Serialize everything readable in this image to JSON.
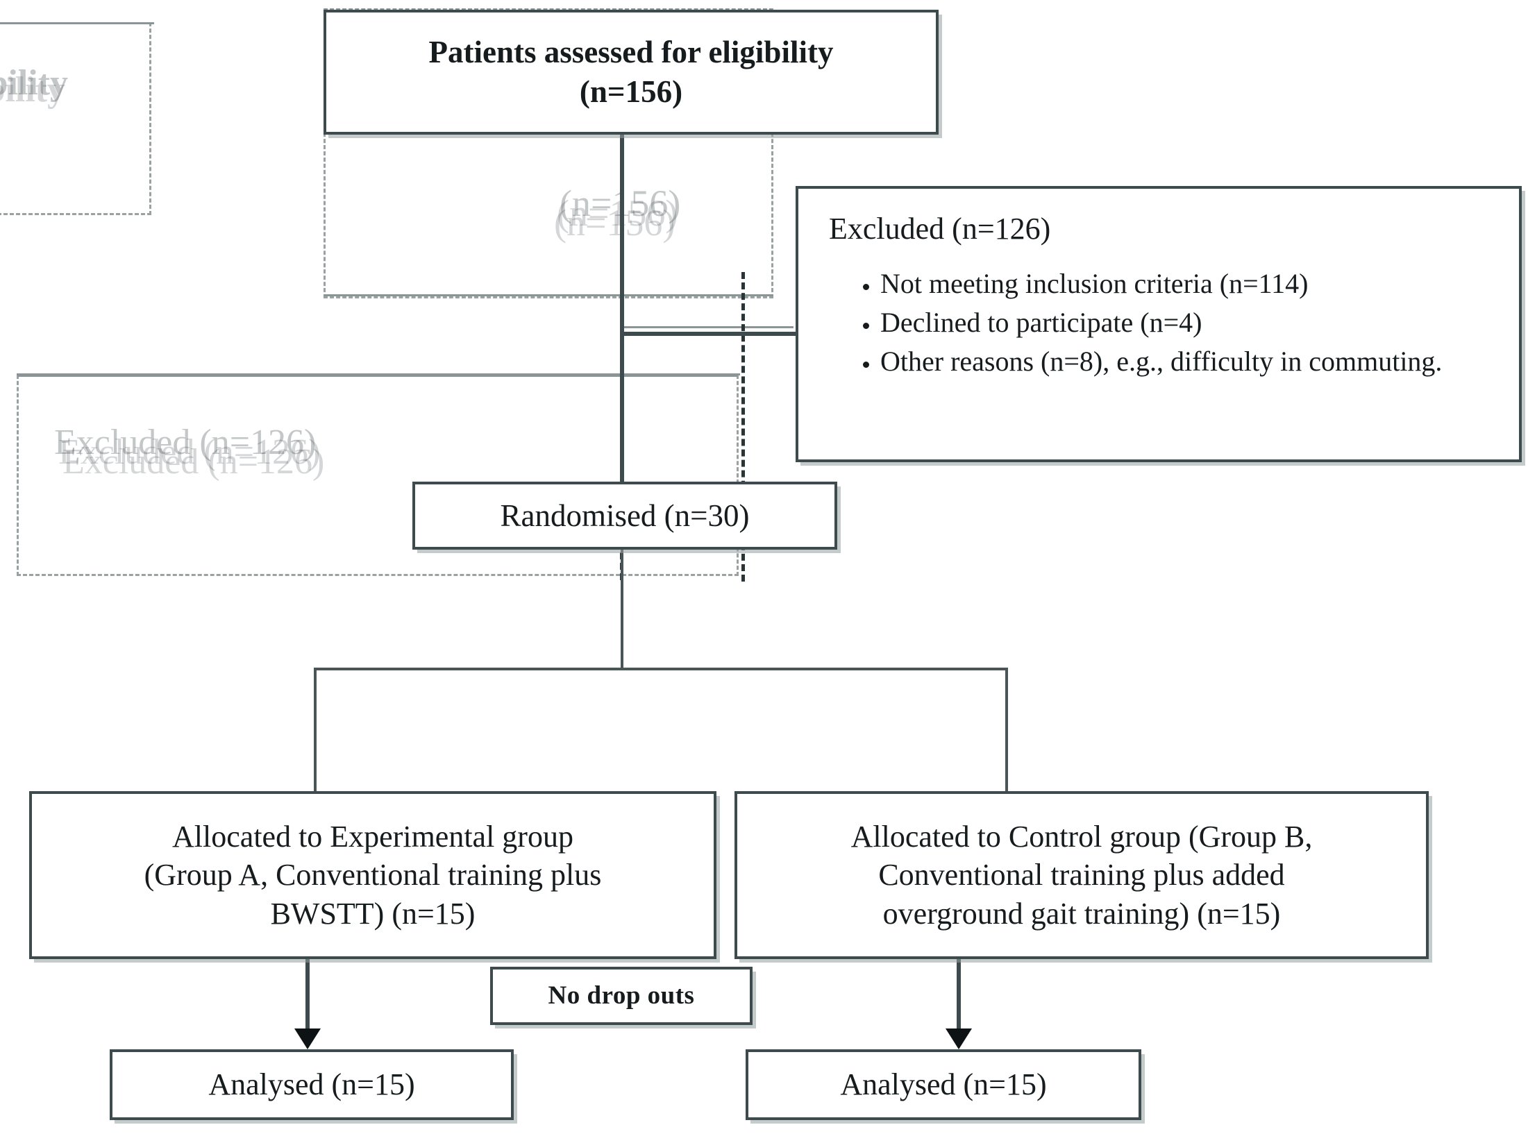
{
  "diagram": {
    "type": "consort-flow-diagram",
    "colors": {
      "border": "#3d4a4e",
      "text": "#161b1d",
      "ghost": "#9aa1a3",
      "arrow": "#0d1214",
      "background": "#ffffff"
    }
  },
  "nodes": {
    "enrollment": {
      "label_line1": "Patients assessed for eligibility",
      "label_line2": "(n=156)",
      "n": 156
    },
    "excluded": {
      "title": "Excluded (n=126)",
      "n": 126,
      "reasons": [
        "Not meeting inclusion criteria (n=114)",
        "Declined to participate (n=4)",
        "Other reasons (n=8), e.g., difficulty in commuting."
      ]
    },
    "randomised": {
      "label": "Randomised (n=30)",
      "n": 30
    },
    "allocation_left": {
      "line1": "Allocated to Experimental group",
      "line2": "(Group A, Conventional training plus",
      "line3": "BWSTT) (n=15)",
      "n": 15
    },
    "allocation_right": {
      "line1": "Allocated to Control group (Group B,",
      "line2": "Conventional training plus added",
      "line3": "overground gait training) (n=15)",
      "n": 15
    },
    "dropouts": {
      "label": "No drop outs"
    },
    "analysed_left": {
      "label": "Analysed (n=15)",
      "n": 15
    },
    "analysed_right": {
      "label": "Analysed (n=15)",
      "n": 15
    }
  },
  "scan_artifacts": {
    "ghost_enrollment_1": "Patients assessed for elig",
    "ghost_enrollment_2": "Patients assessed for elig",
    "ghost_enrollment_3": "Patients assessed for elig",
    "ghost_n156_1": "(n=156)",
    "ghost_n156_2": "(n=156)",
    "ghost_n156_3": "(n=156)",
    "ghost_eligibility_clip_1": "gibility",
    "ghost_eligibility_clip_2": "gibility",
    "ghost_excluded_1": "Excluded (n=126)",
    "ghost_excluded_2": "Excluded (n=126)",
    "ghost_excluded_3": "Excluded (n=126)"
  }
}
